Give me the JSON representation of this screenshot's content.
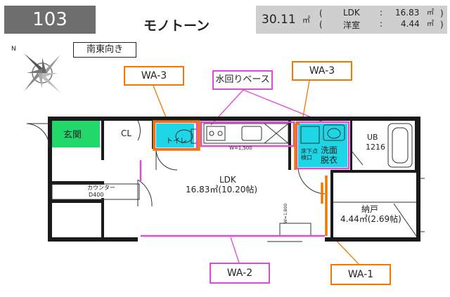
{
  "header": {
    "unit_number": "103",
    "type_name": "モノトーン",
    "total_area": "30.11",
    "area_unit": "㎡",
    "rooms": [
      {
        "label": "LDK",
        "sep": ":",
        "value": "16.83",
        "unit": "㎡"
      },
      {
        "label": "洋室",
        "sep": ":",
        "value": "4.44",
        "unit": "㎡"
      }
    ],
    "paren_open": "(",
    "paren_close": ")"
  },
  "orientation": "南東向き",
  "compass_letter": "N",
  "callouts": {
    "wa3_left": "WA-3",
    "water_base": "水回りベース",
    "wa3_right": "WA-3",
    "wa2": "WA-2",
    "wa1": "WA-1"
  },
  "rooms": {
    "entrance": "玄関",
    "closet": "CL",
    "toilet": "トイレ",
    "ldk_name": "LDK",
    "ldk_area": "16.83㎡(10.20帖)",
    "counter": "カウンター",
    "counter_depth": "D400",
    "kitchen_width": "W=1,500",
    "ub": "UB",
    "ub_size": "1216",
    "washroom": "洗面脱衣",
    "laundry_pan": "床下点検口",
    "storage_name": "納戸",
    "storage_area": "4.44㎡(2.69帖)",
    "bay_note": "W=1,800"
  },
  "colors": {
    "magenta": "#e04ad8",
    "orange": "#f07800",
    "cyan": "#1ed6e6",
    "green": "#22d86a",
    "wall": "#1a1a1a"
  }
}
